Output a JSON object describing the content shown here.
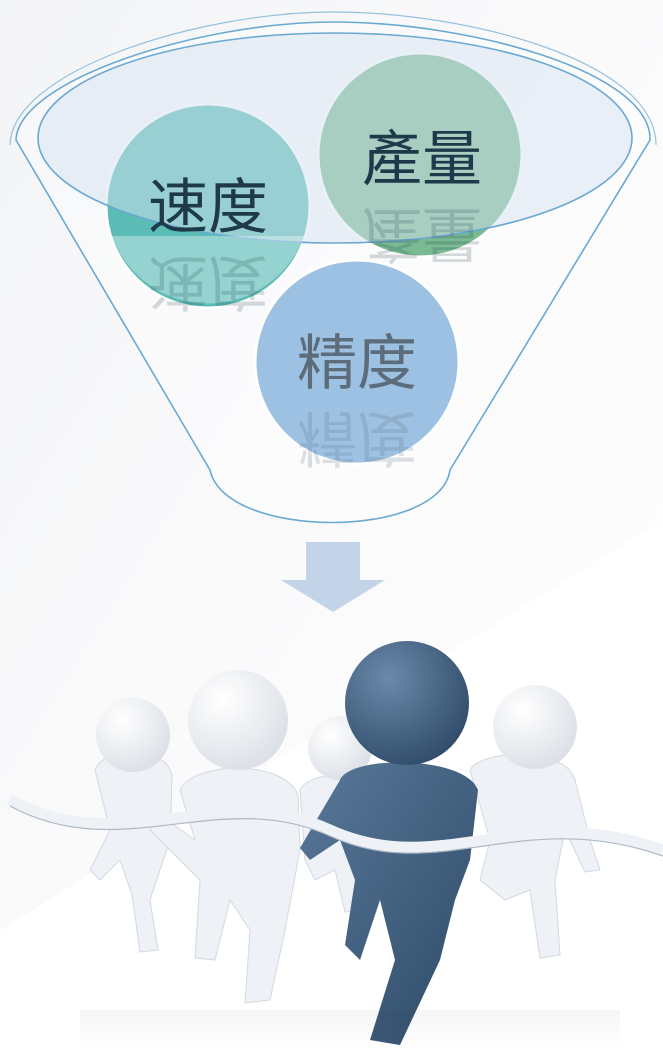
{
  "funnel": {
    "circles": [
      {
        "label": "速度",
        "fill": "#5BBCB5",
        "text_color": "#1E3A4A"
      },
      {
        "label": "產量",
        "fill": "#79BA92",
        "text_color": "#1E3A4A"
      },
      {
        "label": "精度",
        "fill": "#9CC1E2",
        "text_color": "#5D6C7B"
      }
    ],
    "outline_color": "#6AA9D3",
    "arrow_color": "#C3D4E8"
  },
  "illustration": {
    "subject": "runners crossing finish line ribbon",
    "leader_color": "#3F5E7E",
    "runner_color": "#EEF1F5"
  }
}
